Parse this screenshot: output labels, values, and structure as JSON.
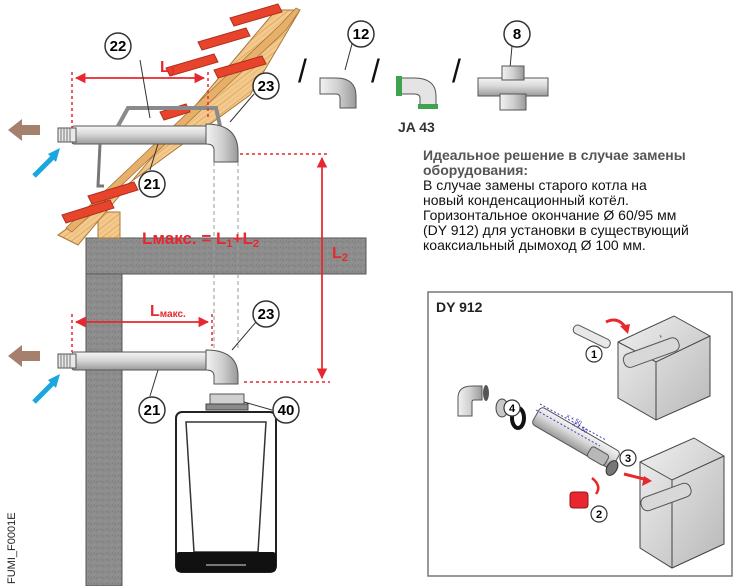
{
  "labels": {
    "l1": "L",
    "l1_sub": "1",
    "l2": "L",
    "l2_sub": "2",
    "lmax": "L",
    "lmax_sub": "макс.",
    "formula_main": "Lмакс. = L",
    "formula_1": "1",
    "formula_plus": "+L",
    "formula_2": "2",
    "ja43": "JA 43",
    "fig_code": "FUMI_F0001E"
  },
  "callouts": {
    "c22": "22",
    "c12": "12",
    "c8": "8",
    "c23a": "23",
    "c21a": "21",
    "c23b": "23",
    "c21b": "21",
    "c40": "40"
  },
  "separators": {
    "s1": "/",
    "s2": "/",
    "s3": "/"
  },
  "description": {
    "title_line1": "Идеальное решение в случае замены",
    "title_line2": "оборудования:",
    "line1": "В случае замены старого котла на",
    "line2": "новый конденсационный котёл.",
    "line3": "Горизонтальное окончание Ø 60/95 мм",
    "line4": "(DY 912) для установки в существующий",
    "line5": "коаксиальный дымоход Ø 100 мм."
  },
  "kit_box": {
    "title": "DY 912",
    "steps": [
      "1",
      "2",
      "3",
      "4"
    ],
    "tube_marks": [
      "x + 50",
      "x + 50",
      "x"
    ]
  },
  "colors": {
    "dimension_red": "#e8272f",
    "flow_in_arrow": "#1aa6e0",
    "flow_out_arrow": "#a5806c",
    "wall_gray": "#8a8a8a",
    "roof_wood": "#f2c98a",
    "tile_red": "#e8442c"
  }
}
